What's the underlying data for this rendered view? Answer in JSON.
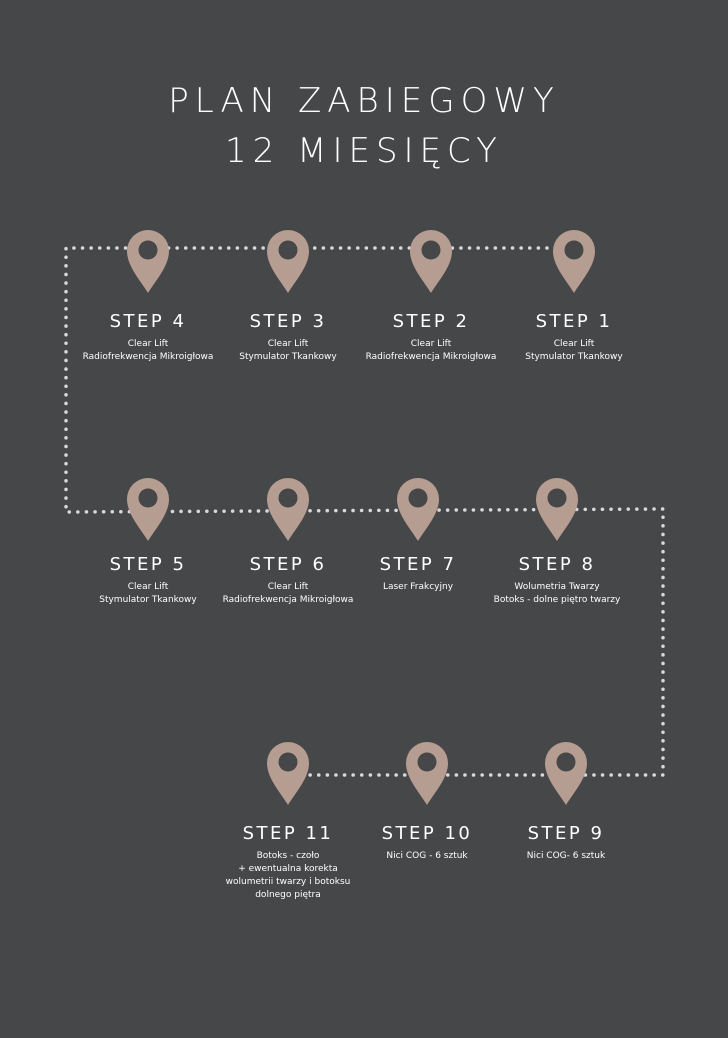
{
  "header": {
    "title_line1": "PLAN ZABIEGOWY",
    "title_line2": "12 MIESIĘCY"
  },
  "colors": {
    "background": "#464749",
    "pin": "#B59D91",
    "path_dots": "#D9D9D9",
    "text": "#FFFFFF"
  },
  "steps": [
    {
      "title": "STEP 1",
      "lines": [
        "Clear Lift",
        "Stymulator Tkankowy"
      ]
    },
    {
      "title": "STEP 2",
      "lines": [
        "Clear Lift",
        "Radiofrekwencja Mikroigłowa"
      ]
    },
    {
      "title": "STEP 3",
      "lines": [
        "Clear Lift",
        "Stymulator Tkankowy"
      ]
    },
    {
      "title": "STEP 4",
      "lines": [
        "Clear Lift",
        "Radiofrekwencja Mikroigłowa"
      ]
    },
    {
      "title": "STEP 5",
      "lines": [
        "Clear Lift",
        "Stymulator Tkankowy"
      ]
    },
    {
      "title": "STEP 6",
      "lines": [
        "Clear Lift",
        "Radiofrekwencja Mikroigłowa"
      ]
    },
    {
      "title": "STEP 7",
      "lines": [
        "Laser Frakcyjny"
      ]
    },
    {
      "title": "STEP 8",
      "lines": [
        "Wolumetria Twarzy",
        "Botoks - dolne piętro twarzy"
      ]
    },
    {
      "title": "STEP 9",
      "lines": [
        "Nici COG- 6 sztuk"
      ]
    },
    {
      "title": "STEP 10",
      "lines": [
        "Nici COG - 6 sztuk"
      ]
    },
    {
      "title": "STEP 11",
      "lines": [
        "Botoks - czoło",
        "+ ewentualna korekta",
        "wolumetrii twarzy i botoksu",
        "dolnego piętra"
      ]
    }
  ]
}
